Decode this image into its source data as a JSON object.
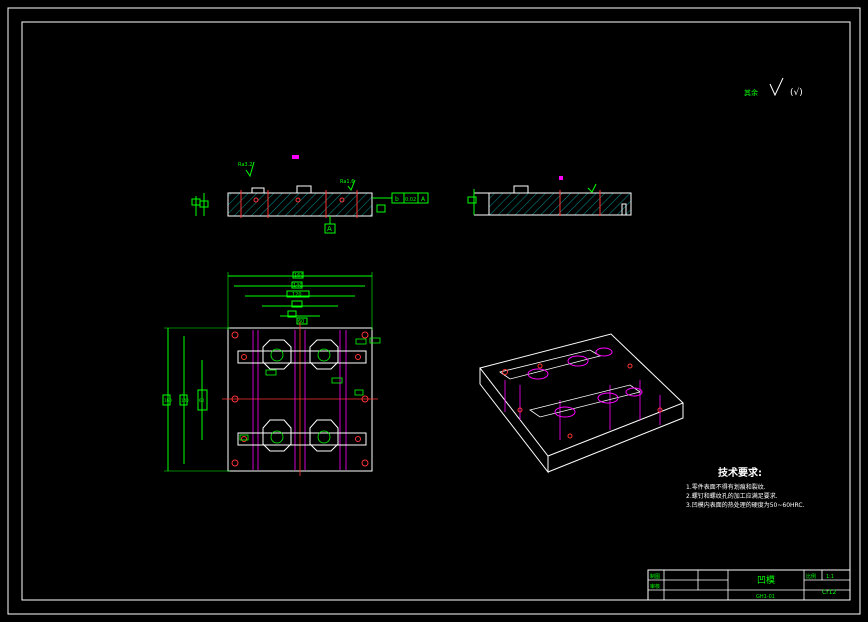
{
  "drawing": {
    "surface_note_left": "其余",
    "surface_note_right": "(√)",
    "roughness_value_top": "Ra3.2",
    "roughness_value_mid": "Ra1.6",
    "datum_label": "A",
    "tolerance_frame": [
      "b",
      "0.02",
      "A"
    ],
    "dim_plan_width": "160",
    "dim_plan_inner_1": "140",
    "dim_plan_inner_2": "120",
    "dim_plan_inner_3": "60",
    "dim_plan_height": "160",
    "dim_plan_height_inner": "140",
    "dim_plan_height_center": "60",
    "dim_side_thickness": "20",
    "dim_side_step": "5"
  },
  "tech_requirements": {
    "title": "技术要求:",
    "items": [
      "1.零件表面不得有划痕和裂纹.",
      "2.螺钉和螺纹孔的加工应满足要求.",
      "3.凹模内表面的热处理的硬度为50~60HRC."
    ]
  },
  "title_block": {
    "part_name": "凹模",
    "scale_label": "比例",
    "scale_value": "1:1",
    "drawing_no": "GH1-01",
    "row_label_1": "制图",
    "row_label_2": "审核",
    "material": "Cr12"
  },
  "colors": {
    "outline": "#ffffff",
    "dimension": "#00ff00",
    "hole": "#ff0000",
    "hidden": "#ff00ff",
    "hatch": "#00ffff"
  }
}
